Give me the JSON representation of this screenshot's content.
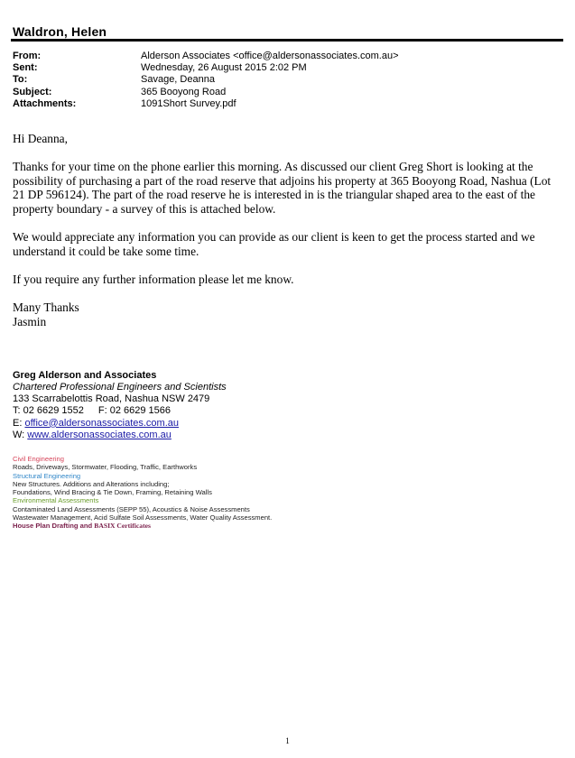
{
  "document": {
    "title": "Waldron, Helen"
  },
  "email_headers": {
    "from_label": "From:",
    "from_value": "Alderson Associates <office@aldersonassociates.com.au>",
    "sent_label": "Sent:",
    "sent_value": "Wednesday, 26 August 2015 2:02 PM",
    "to_label": "To:",
    "to_value": "Savage, Deanna",
    "subject_label": "Subject:",
    "subject_value": "365 Booyong Road",
    "attachments_label": "Attachments:",
    "attachments_value": "1091Short Survey.pdf"
  },
  "body": {
    "greeting": "Hi Deanna,",
    "paragraph_1": "Thanks for your time on the phone earlier this morning. As discussed our client Greg Short is looking at the possibility of purchasing a part of the road reserve that adjoins his property at 365 Booyong Road, Nashua (Lot 21 DP 596124). The part of the road reserve he is interested in is the triangular shaped area to the east of the property boundary - a survey of this is attached below.",
    "paragraph_2": "We would appreciate any information you can provide as our client is keen to get the process started and we understand it could be take some time.",
    "paragraph_3": "If you require any further information please let me know.",
    "closing": "Many Thanks",
    "sender": "Jasmin"
  },
  "signature": {
    "company": "Greg Alderson and Associates",
    "tagline": "Chartered Professional Engineers and Scientists",
    "address": "133 Scarrabelottis Road, Nashua NSW 2479",
    "phone": "T: 02 6629 1552",
    "fax": "F: 02 6629 1566",
    "email_prefix": "E: ",
    "email": "office@aldersonassociates.com.au",
    "web_prefix": "W: ",
    "web": "www.aldersonassociates.com.au"
  },
  "services": {
    "civil_heading": "Civil Engineering",
    "civil_items": "Roads, Driveways, Stormwater, Flooding, Traffic, Earthworks",
    "structural_heading": "Structural Engineering",
    "structural_items_1": "New Structures. Additions and Alterations including;",
    "structural_items_2": "Foundations, Wind Bracing & Tie Down, Framing, Retaining Walls",
    "environmental_heading": "Environmental Assessments",
    "environmental_items_1": "Contaminated Land Assessments (SEPP 55), Acoustics & Noise Assessments",
    "environmental_items_2": "Wastewater Management, Acid Sulfate Soil Assessments, Water Quality Assessment.",
    "house_prefix": "House Plan Drafting and ",
    "house_suffix": "BASIX Certificates",
    "colors": {
      "civil": "#d6455a",
      "structural": "#2f86c8",
      "environmental": "#6a9e2c",
      "house": "#7a1f4a"
    }
  },
  "footer": {
    "page_number": "1"
  }
}
